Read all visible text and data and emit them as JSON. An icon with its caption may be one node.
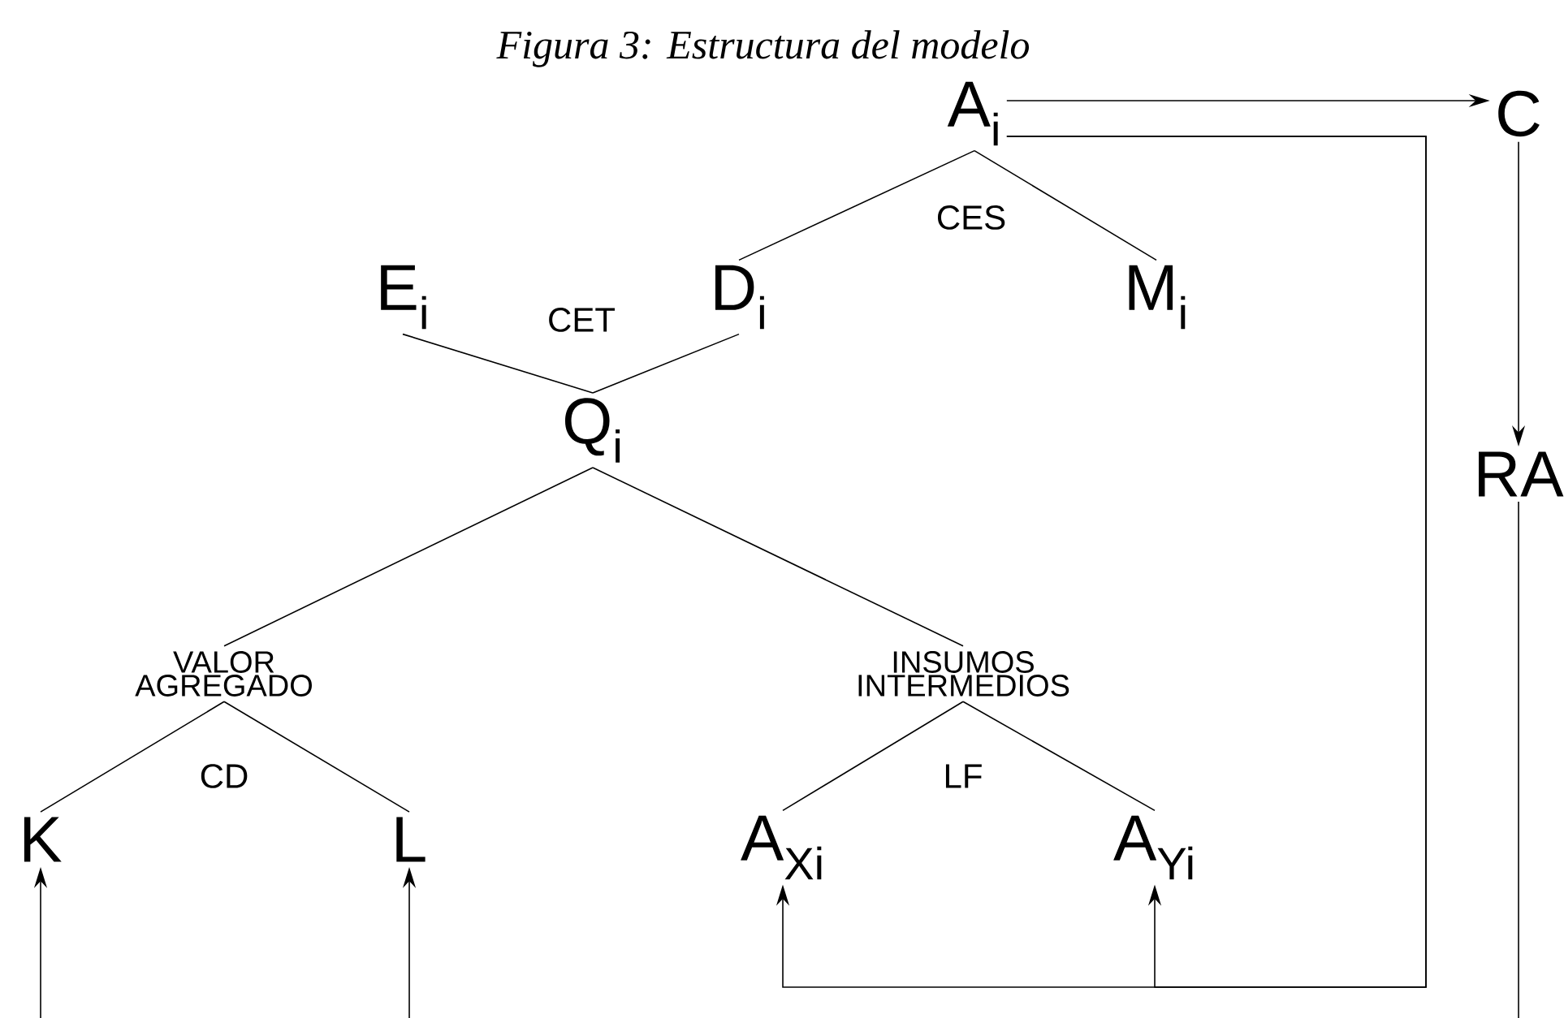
{
  "diagram": {
    "title": "Figura 3: Estructura del modelo",
    "nodes": [
      {
        "text": [
          "A$_{i}$"
        ]
      },
      {
        "text": [
          "C"
        ]
      },
      {
        "text": [
          "E$_{i}$"
        ]
      },
      {
        "text": [
          "D$_{i}$"
        ]
      },
      {
        "text": [
          "M$_{i}$"
        ]
      },
      {
        "text": [
          "Q$_{i}$"
        ]
      },
      {
        "text": [
          "VALOR AGREGADO"
        ]
      },
      {
        "text": [
          "INSUMOS INTERMEDIOS"
        ]
      },
      {
        "text": [
          "K"
        ]
      },
      {
        "text": [
          "L"
        ]
      },
      {
        "text": [
          "A$_{Xi}$"
        ]
      },
      {
        "text": [
          "A$_{Yi}$"
        ]
      },
      {
        "text": [
          "RA"
        ]
      }
    ],
    "edges": [
      {
        "from": 0,
        "to": 1,
        "arrow": "to"
      },
      {
        "from": 1,
        "to": 12,
        "arrow": "to"
      },
      {
        "from": 0,
        "to": 3,
        "arrow": "none"
      },
      {
        "from": 0,
        "to": 4,
        "arrow": "none"
      },
      {
        "from": 2,
        "to": 5,
        "arrow": "none"
      },
      {
        "from": 3,
        "to": 5,
        "arrow": "none"
      },
      {
        "from": 5,
        "to": 6,
        "arrow": "none"
      },
      {
        "from": 5,
        "to": 7,
        "arrow": "none"
      },
      {
        "from": 6,
        "to": 8,
        "arrow": "none"
      },
      {
        "from": 6,
        "to": 9,
        "arrow": "none"
      },
      {
        "from": 7,
        "to": 10,
        "arrow": "none"
      },
      {
        "from": 7,
        "to": 11,
        "arrow": "none"
      },
      {
        "from": 0,
        "to": 10,
        "arrow": "to"
      },
      {
        "from": 0,
        "to": 11,
        "arrow": "to"
      },
      {
        "from": null,
        "to": 8,
        "arrow": "to"
      },
      {
        "from": null,
        "to": 9,
        "arrow": "to"
      },
      {
        "from": 12,
        "to": null,
        "arrow": "none"
      }
    ],
    "labels": [
      "CES",
      "CET",
      "CD",
      "LF"
    ]
  }
}
